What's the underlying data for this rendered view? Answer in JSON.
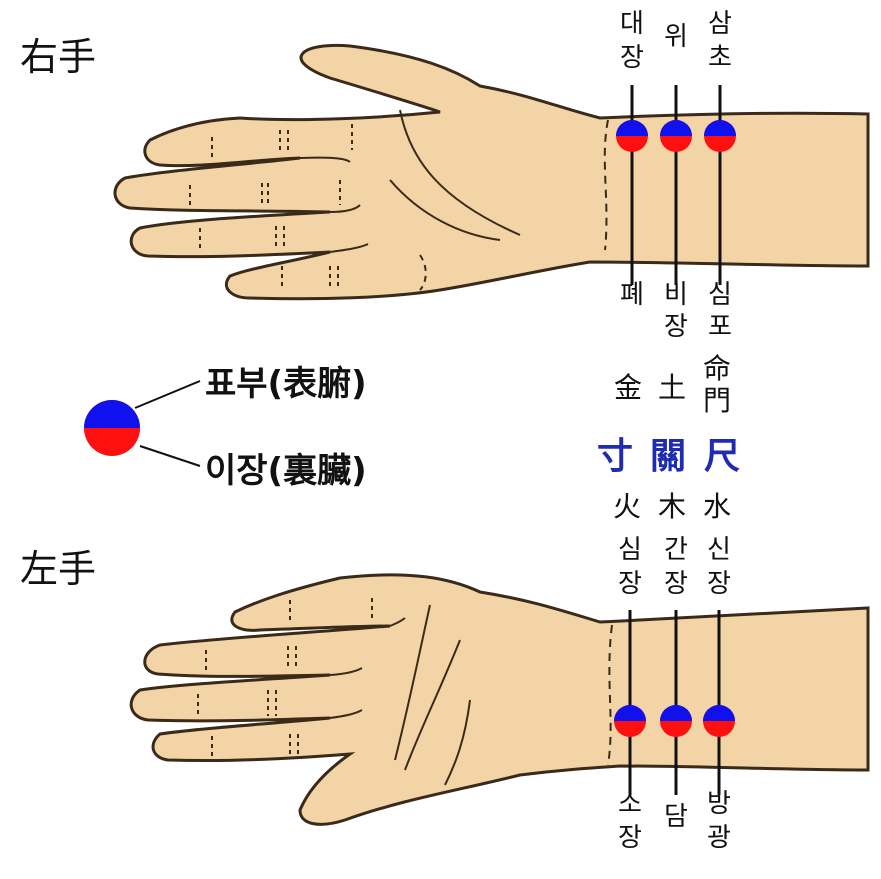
{
  "colors": {
    "skin": "#f3d4a6",
    "skin_outline": "#3a2a1a",
    "yang_blue": "#1111ee",
    "yin_red": "#ff1010",
    "pulse_text_blue": "#1f2bb0"
  },
  "right_hand": {
    "title": "右手",
    "upper_labels": [
      {
        "chars": [
          "대",
          "장"
        ]
      },
      {
        "chars": [
          "위"
        ]
      },
      {
        "chars": [
          "삼",
          "초"
        ]
      }
    ],
    "lower_labels": [
      {
        "chars": [
          "폐"
        ]
      },
      {
        "chars": [
          "비",
          "장"
        ]
      },
      {
        "chars": [
          "심",
          "포"
        ]
      }
    ],
    "elements": [
      "金",
      "土",
      "命門"
    ]
  },
  "pulse_positions": [
    "寸",
    "關",
    "尺"
  ],
  "left_hand": {
    "title": "左手",
    "elements": [
      "火",
      "木",
      "水"
    ],
    "upper_labels": [
      {
        "chars": [
          "심",
          "장"
        ]
      },
      {
        "chars": [
          "간",
          "장"
        ]
      },
      {
        "chars": [
          "신",
          "장"
        ]
      }
    ],
    "lower_labels": [
      {
        "chars": [
          "소",
          "장"
        ]
      },
      {
        "chars": [
          "담"
        ]
      },
      {
        "chars": [
          "방",
          "광"
        ]
      }
    ]
  },
  "legend": {
    "upper": "표부(表腑)",
    "lower": "이장(裏臟)"
  }
}
